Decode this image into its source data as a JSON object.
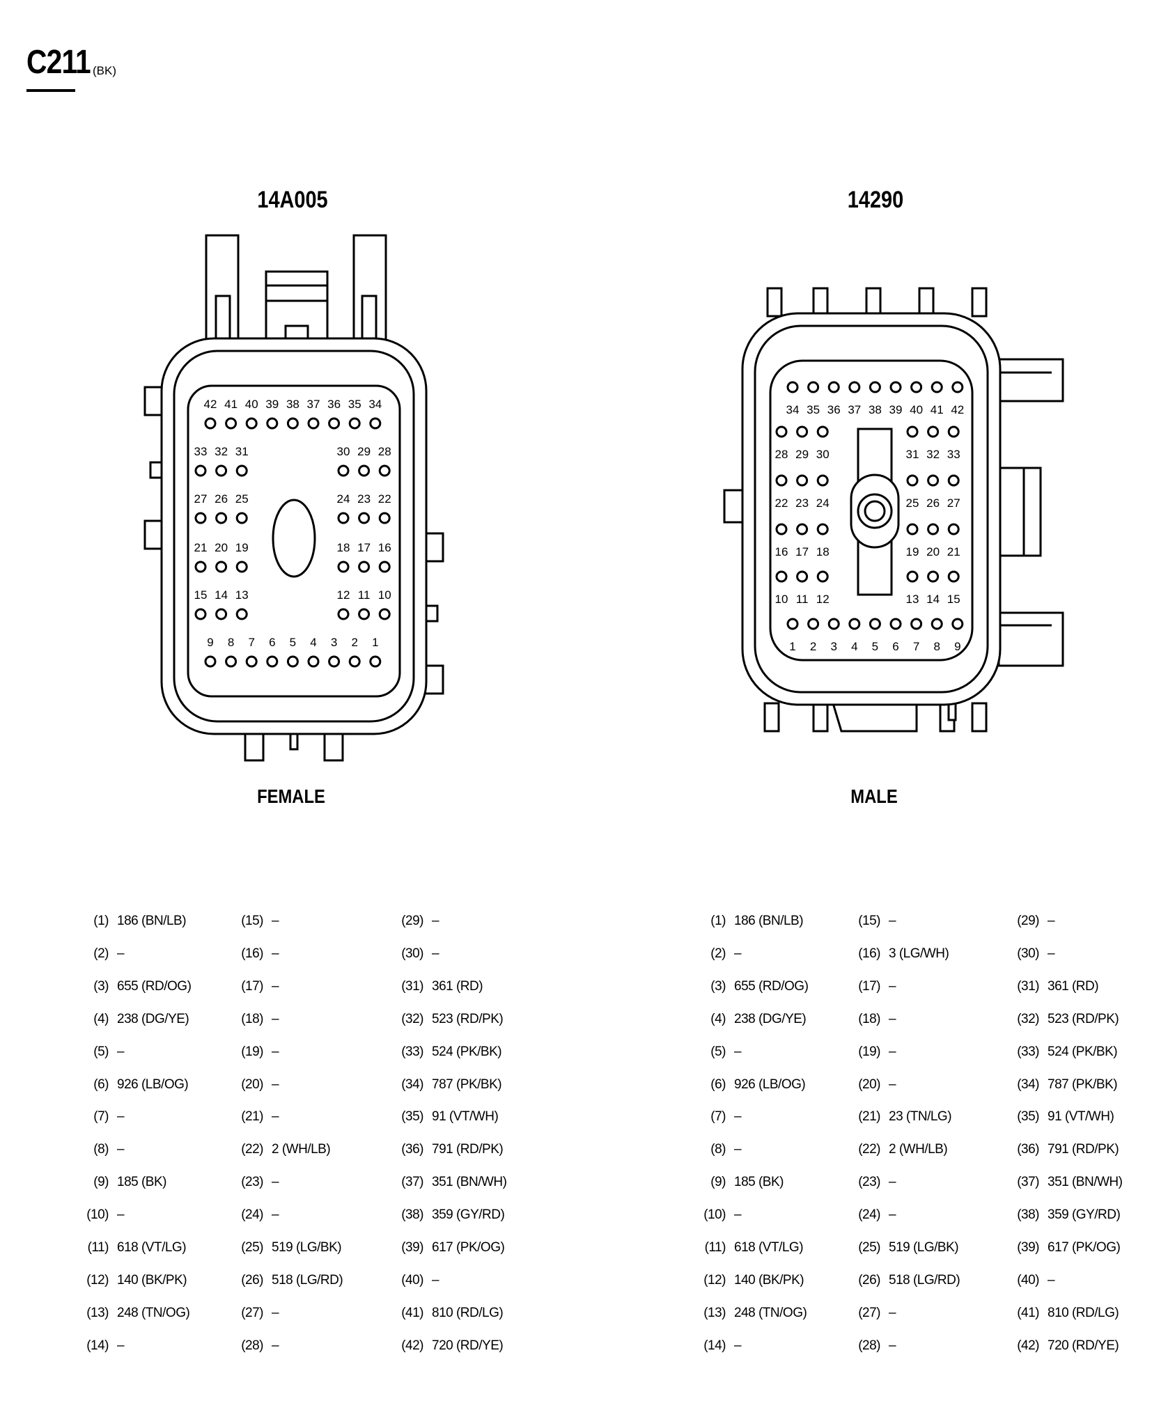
{
  "header": {
    "title": "C211",
    "color_code": "(BK)"
  },
  "female": {
    "part_number": "14A005",
    "label": "FEMALE",
    "rows": [
      [
        "42",
        "41",
        "40",
        "39",
        "38",
        "37",
        "36",
        "35",
        "34"
      ],
      [
        "33",
        "32",
        "31",
        "30",
        "29",
        "28"
      ],
      [
        "27",
        "26",
        "25",
        "24",
        "23",
        "22"
      ],
      [
        "21",
        "20",
        "19",
        "18",
        "17",
        "16"
      ],
      [
        "15",
        "14",
        "13",
        "12",
        "11",
        "10"
      ],
      [
        "9",
        "8",
        "7",
        "6",
        "5",
        "4",
        "3",
        "2",
        "1"
      ]
    ]
  },
  "male": {
    "part_number": "14290",
    "label": "MALE",
    "rows": [
      [
        "34",
        "35",
        "36",
        "37",
        "38",
        "39",
        "40",
        "41",
        "42"
      ],
      [
        "28",
        "29",
        "30",
        "31",
        "32",
        "33"
      ],
      [
        "22",
        "23",
        "24",
        "25",
        "26",
        "27"
      ],
      [
        "16",
        "17",
        "18",
        "19",
        "20",
        "21"
      ],
      [
        "10",
        "11",
        "12",
        "13",
        "14",
        "15"
      ],
      [
        "1",
        "2",
        "3",
        "4",
        "5",
        "6",
        "7",
        "8",
        "9"
      ]
    ]
  },
  "female_pins": [
    {
      "pin": "(1)",
      "wire": "186 (BN/LB)"
    },
    {
      "pin": "(2)",
      "wire": "–"
    },
    {
      "pin": "(3)",
      "wire": "655 (RD/OG)"
    },
    {
      "pin": "(4)",
      "wire": "238 (DG/YE)"
    },
    {
      "pin": "(5)",
      "wire": "–"
    },
    {
      "pin": "(6)",
      "wire": "926 (LB/OG)"
    },
    {
      "pin": "(7)",
      "wire": "–"
    },
    {
      "pin": "(8)",
      "wire": "–"
    },
    {
      "pin": "(9)",
      "wire": "185 (BK)"
    },
    {
      "pin": "(10)",
      "wire": "–"
    },
    {
      "pin": "(11)",
      "wire": "618 (VT/LG)"
    },
    {
      "pin": "(12)",
      "wire": "140 (BK/PK)"
    },
    {
      "pin": "(13)",
      "wire": "248 (TN/OG)"
    },
    {
      "pin": "(14)",
      "wire": "–"
    },
    {
      "pin": "(15)",
      "wire": "–"
    },
    {
      "pin": "(16)",
      "wire": "–"
    },
    {
      "pin": "(17)",
      "wire": "–"
    },
    {
      "pin": "(18)",
      "wire": "–"
    },
    {
      "pin": "(19)",
      "wire": "–"
    },
    {
      "pin": "(20)",
      "wire": "–"
    },
    {
      "pin": "(21)",
      "wire": "–"
    },
    {
      "pin": "(22)",
      "wire": "2 (WH/LB)"
    },
    {
      "pin": "(23)",
      "wire": "–"
    },
    {
      "pin": "(24)",
      "wire": "–"
    },
    {
      "pin": "(25)",
      "wire": "519 (LG/BK)"
    },
    {
      "pin": "(26)",
      "wire": "518 (LG/RD)"
    },
    {
      "pin": "(27)",
      "wire": "–"
    },
    {
      "pin": "(28)",
      "wire": "–"
    },
    {
      "pin": "(29)",
      "wire": "–"
    },
    {
      "pin": "(30)",
      "wire": "–"
    },
    {
      "pin": "(31)",
      "wire": "361 (RD)"
    },
    {
      "pin": "(32)",
      "wire": "523 (RD/PK)"
    },
    {
      "pin": "(33)",
      "wire": "524 (PK/BK)"
    },
    {
      "pin": "(34)",
      "wire": "787 (PK/BK)"
    },
    {
      "pin": "(35)",
      "wire": "91 (VT/WH)"
    },
    {
      "pin": "(36)",
      "wire": "791 (RD/PK)"
    },
    {
      "pin": "(37)",
      "wire": "351 (BN/WH)"
    },
    {
      "pin": "(38)",
      "wire": "359 (GY/RD)"
    },
    {
      "pin": "(39)",
      "wire": "617 (PK/OG)"
    },
    {
      "pin": "(40)",
      "wire": "–"
    },
    {
      "pin": "(41)",
      "wire": "810 (RD/LG)"
    },
    {
      "pin": "(42)",
      "wire": "720 (RD/YE)"
    }
  ],
  "male_pins": [
    {
      "pin": "(1)",
      "wire": "186 (BN/LB)"
    },
    {
      "pin": "(2)",
      "wire": "–"
    },
    {
      "pin": "(3)",
      "wire": "655 (RD/OG)"
    },
    {
      "pin": "(4)",
      "wire": "238 (DG/YE)"
    },
    {
      "pin": "(5)",
      "wire": "–"
    },
    {
      "pin": "(6)",
      "wire": "926 (LB/OG)"
    },
    {
      "pin": "(7)",
      "wire": "–"
    },
    {
      "pin": "(8)",
      "wire": "–"
    },
    {
      "pin": "(9)",
      "wire": "185 (BK)"
    },
    {
      "pin": "(10)",
      "wire": "–"
    },
    {
      "pin": "(11)",
      "wire": "618 (VT/LG)"
    },
    {
      "pin": "(12)",
      "wire": "140 (BK/PK)"
    },
    {
      "pin": "(13)",
      "wire": "248 (TN/OG)"
    },
    {
      "pin": "(14)",
      "wire": "–"
    },
    {
      "pin": "(15)",
      "wire": "–"
    },
    {
      "pin": "(16)",
      "wire": "3 (LG/WH)"
    },
    {
      "pin": "(17)",
      "wire": "–"
    },
    {
      "pin": "(18)",
      "wire": "–"
    },
    {
      "pin": "(19)",
      "wire": "–"
    },
    {
      "pin": "(20)",
      "wire": "–"
    },
    {
      "pin": "(21)",
      "wire": "23 (TN/LG)"
    },
    {
      "pin": "(22)",
      "wire": "2 (WH/LB)"
    },
    {
      "pin": "(23)",
      "wire": "–"
    },
    {
      "pin": "(24)",
      "wire": "–"
    },
    {
      "pin": "(25)",
      "wire": "519 (LG/BK)"
    },
    {
      "pin": "(26)",
      "wire": "518 (LG/RD)"
    },
    {
      "pin": "(27)",
      "wire": "–"
    },
    {
      "pin": "(28)",
      "wire": "–"
    },
    {
      "pin": "(29)",
      "wire": "–"
    },
    {
      "pin": "(30)",
      "wire": "–"
    },
    {
      "pin": "(31)",
      "wire": "361 (RD)"
    },
    {
      "pin": "(32)",
      "wire": "523 (RD/PK)"
    },
    {
      "pin": "(33)",
      "wire": "524 (PK/BK)"
    },
    {
      "pin": "(34)",
      "wire": "787 (PK/BK)"
    },
    {
      "pin": "(35)",
      "wire": "91 (VT/WH)"
    },
    {
      "pin": "(36)",
      "wire": "791 (RD/PK)"
    },
    {
      "pin": "(37)",
      "wire": "351 (BN/WH)"
    },
    {
      "pin": "(38)",
      "wire": "359 (GY/RD)"
    },
    {
      "pin": "(39)",
      "wire": "617 (PK/OG)"
    },
    {
      "pin": "(40)",
      "wire": "–"
    },
    {
      "pin": "(41)",
      "wire": "810 (RD/LG)"
    },
    {
      "pin": "(42)",
      "wire": "720 (RD/YE)"
    }
  ]
}
